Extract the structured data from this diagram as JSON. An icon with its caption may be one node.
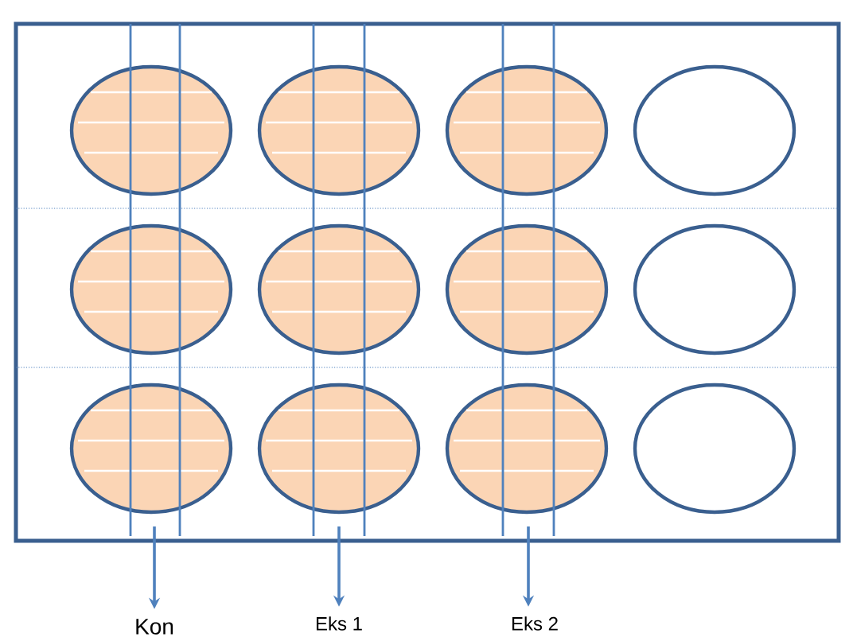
{
  "diagram": {
    "nodes": [
      {
        "text": [
          "Kon"
        ]
      },
      {
        "text": [
          "Eks 1"
        ]
      },
      {
        "text": [
          "Eks 2"
        ]
      }
    ],
    "edges": [
      {
        "from": null,
        "to": 0,
        "arrow": "to"
      },
      {
        "from": null,
        "to": 1,
        "arrow": "to"
      },
      {
        "from": null,
        "to": 2,
        "arrow": "to"
      }
    ]
  }
}
